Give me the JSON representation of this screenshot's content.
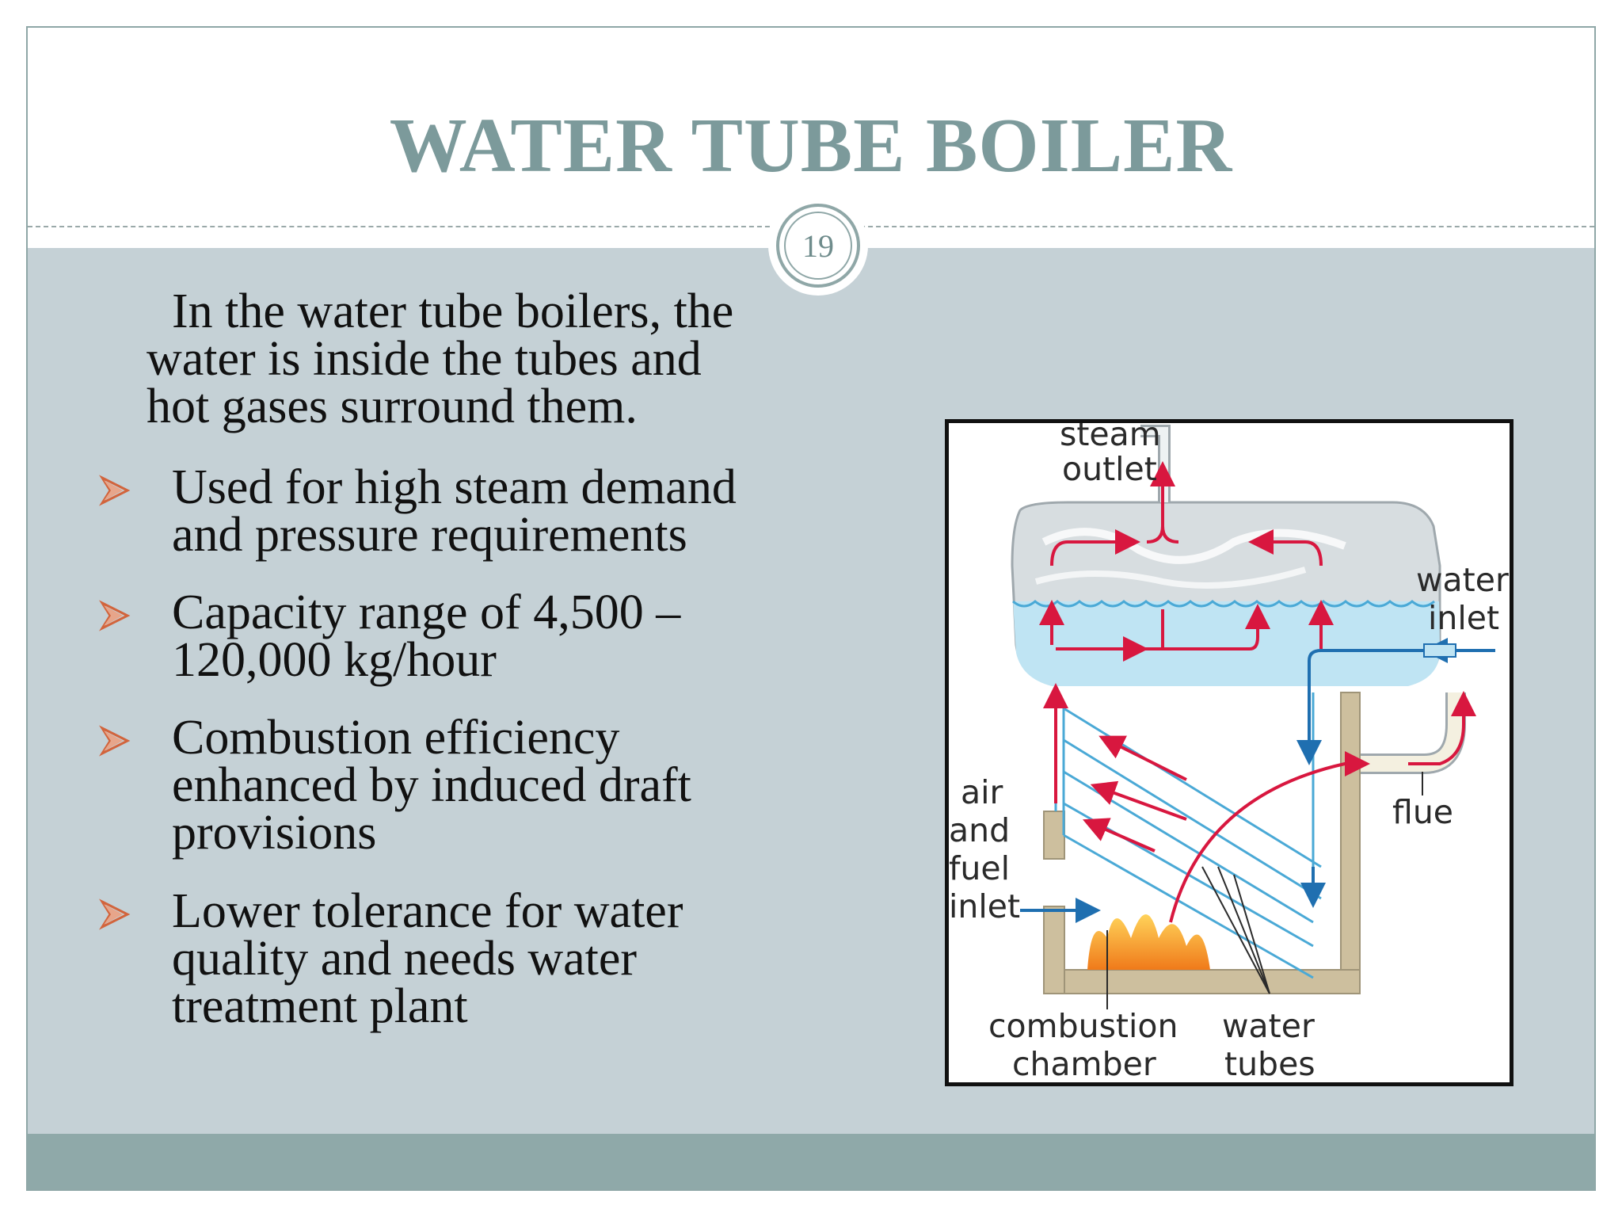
{
  "slide": {
    "title": "WATER TUBE BOILER",
    "page_number": "19",
    "intro": [
      "In the water tube boilers, the",
      "water is inside the tubes and",
      "hot gases surround them."
    ],
    "bullets": [
      {
        "lines": [
          "Used for high steam demand",
          "and pressure requirements"
        ]
      },
      {
        "lines": [
          "Capacity range of 4,500 –",
          "120,000 kg/hour"
        ]
      },
      {
        "lines": [
          "Combustion efficiency",
          "enhanced by induced draft",
          "provisions"
        ]
      },
      {
        "lines": [
          "Lower tolerance for water",
          "quality and needs water",
          "treatment plant"
        ]
      }
    ],
    "bullet_icon": "arrowhead-bullet-icon",
    "colors": {
      "title": "#7c9a9b",
      "band": "#c5d1d6",
      "footer": "#8fa9a9",
      "bullet": "#d2643c",
      "hot_flow": "#d8173f",
      "cold_flow": "#1f6fb0",
      "water": "#bfe4f3"
    }
  },
  "diagram": {
    "labels": {
      "steam_outlet": [
        "steam",
        "outlet"
      ],
      "water_inlet": [
        "water",
        "inlet"
      ],
      "flue": [
        "flue"
      ],
      "air_fuel_inlet": [
        "air",
        "and",
        "fuel",
        "inlet"
      ],
      "combustion_chamber": [
        "combustion",
        "chamber"
      ],
      "water_tubes": [
        "water",
        "tubes"
      ]
    }
  }
}
